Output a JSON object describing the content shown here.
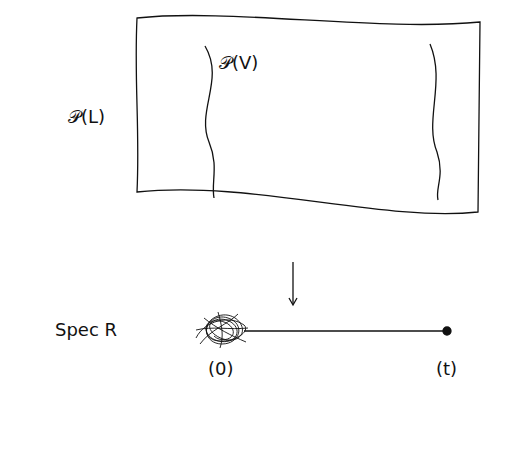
{
  "diagram": {
    "nodes": [
      {
        "text": [
          "𝒫(L)",
          "𝒫(V)"
        ]
      }
    ],
    "labels": [
      "Spec R",
      "(0)",
      "(t)"
    ]
  }
}
